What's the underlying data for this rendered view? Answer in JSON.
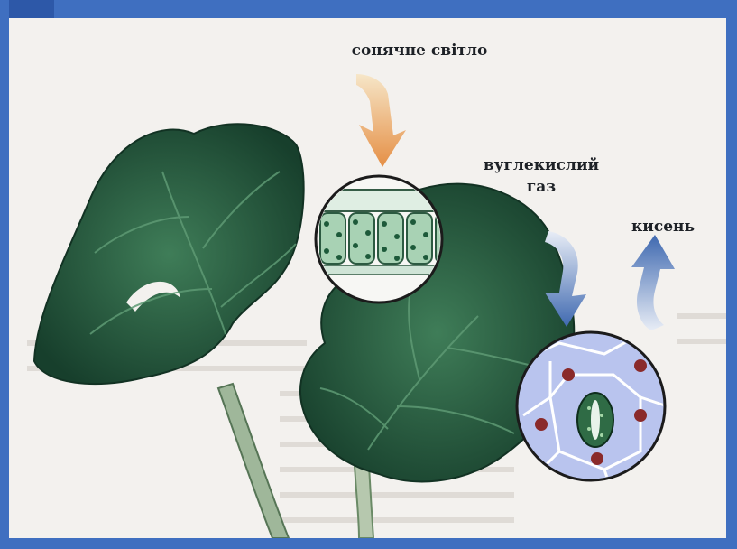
{
  "labels": {
    "sunlight": "сонячне світло",
    "carbon_dioxide_line1": "вуглекислий",
    "carbon_dioxide_line2": "газ",
    "oxygen": "кисень"
  },
  "colors": {
    "frame": "#3f6fc0",
    "leaf_dark": "#1f4a35",
    "leaf_mid": "#2f6b4a",
    "sun_arrow": "#e9a15a",
    "gas_arrow": "#4b73b6",
    "epidermis_cells": "#6d86d8",
    "chloroplast": "#1d5a3a"
  },
  "icons": {
    "sunlight_arrow": "curved-arrow-down",
    "carbon_dioxide_arrow": "curved-arrow-down",
    "oxygen_arrow": "curved-arrow-up"
  }
}
